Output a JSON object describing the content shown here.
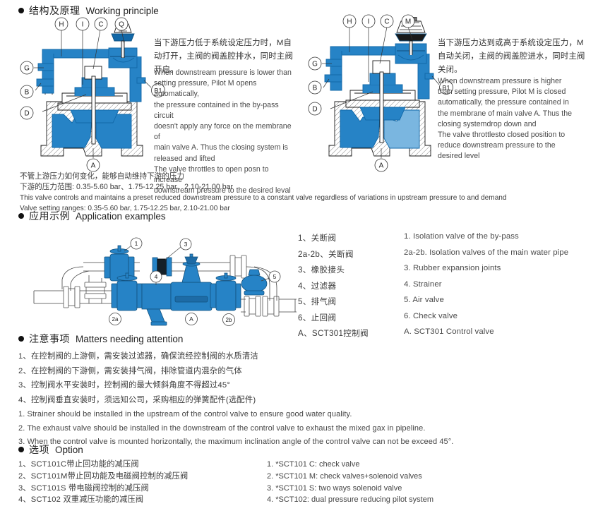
{
  "sections": {
    "working_principle": {
      "bullet": "filled-circle",
      "cn": "结构及原理",
      "en": "Working principle"
    },
    "application": {
      "bullet": "filled-circle",
      "cn": "应用示例",
      "en": "Application examples"
    },
    "attention": {
      "bullet": "filled-circle",
      "cn": "注意事项",
      "en": "Matters needing attention"
    },
    "option": {
      "bullet": "filled-circle",
      "cn": "选项",
      "en": "Option"
    }
  },
  "diagram_left": {
    "callouts": [
      "H",
      "I",
      "C",
      "Q",
      "G",
      "B",
      "D",
      "B1",
      "A"
    ],
    "desc_cn": "当下游压力低于系统设定压力时，M自动打开，主阀的阀盖腔排水，同时主阀开启。",
    "desc_en": [
      "When downstream pressure is lower than",
      "setting pressure, Pilot M opens automatically,",
      "the pressure contained in the by-pass circuit",
      "doesn't apply any force on the membrane of",
      "main valve A. Thus the closing system is",
      "released and lifted",
      "The valve throttles to open posn to increase",
      "downstream pressure to the desired leval"
    ]
  },
  "diagram_right": {
    "callouts": [
      "H",
      "I",
      "C",
      "M",
      "G",
      "B",
      "D",
      "B1",
      "A"
    ],
    "desc_cn": "当下游压力达到或高于系统设定压力，M自动关闭，主阀的阀盖腔进水，同时主阀关闭。",
    "desc_en": [
      "When downstream pressure is higher",
      "than setting pressure, Pilot M is closed",
      "automatically, the pressure contained in",
      "the membrane of main valve A. Thus the",
      "closing systemdrop down and",
      "The valve throttlesto closed position to",
      "reduce downstream pressure to the",
      "desired level"
    ]
  },
  "pressure_notes": {
    "cn_line1": "不管上游压力如何变化，能够自动维持下游的压力",
    "cn_line2": "下游的压力范围: 0.35-5.60 bar、1.75-12.25 bar、2.10-21.00 bar",
    "en_line1": "This valve controls and maintains a preset reduced downstream pressure to a constant valve regardless of variations in upstream pressure to and demand",
    "en_line2": "Valve setting ranges: 0.35-5.60 bar, 1.75-12.25 bar, 2.10-21.00 bar"
  },
  "application_diagram": {
    "callouts": [
      "1",
      "3",
      "4",
      "5",
      "2a",
      "2b",
      "A"
    ]
  },
  "application_legend": [
    {
      "cn": "1、关断阀",
      "en": "1. Isolation valve of the by-pass"
    },
    {
      "cn": "2a-2b、关断阀",
      "en": "2a-2b. Isolation valves of the main water pipe"
    },
    {
      "cn": "3、橡胶接头",
      "en": "3. Rubber expansion joints"
    },
    {
      "cn": "4、过滤器",
      "en": "4. Strainer"
    },
    {
      "cn": "5、排气阀",
      "en": "5. Air valve"
    },
    {
      "cn": "6、止回阀",
      "en": "6. Check valve"
    },
    {
      "cn": "A、SCT301控制阀",
      "en": "A. SCT301 Control valve"
    }
  ],
  "attention_cn": [
    "1、在控制阀的上游侧，需安装过滤器，确保流经控制阀的水质清洁",
    "2、在控制阀的下游侧，需安装排气阀，排除管道内混杂的气体",
    "3、控制阀水平安装时，控制阀的最大倾斜角度不得超过45°",
    "4、控制阀垂直安装时，须远知公司，采购相应的弹簧配件(选配件)"
  ],
  "attention_en": [
    "1. Strainer should be installed in the upstream of the control valve to ensure good water quality.",
    "2. The exhaust valve should be installed in the downstream of the control valve to exhaust the mixed gax in pipeline.",
    "3. When the control valve is mounted horizontally, the maximum inclination angle of the control valve can not be exceed 45°."
  ],
  "option_cn": [
    "1、SCT101C带止回功能的减压阀",
    "2、SCT101M带止回功能及电磁阀控制的减压阀",
    "3、SCT101S 带电磁阀控制的减压阀",
    "4、SCT102 双重减压功能的减压阀"
  ],
  "option_en": [
    "1. *SCT101 C: check valve",
    "2. *SCT101 M: check valves+solenoid valves",
    "3. *SCT101 S: two ways solenoid valve",
    "4. *SCT102: dual pressure reducing pilot system"
  ],
  "colors": {
    "valve_blue": "#2683c6",
    "valve_blue_dark": "#1268a8",
    "valve_blue_light": "#7ab6e0",
    "outline": "#1a1a1a",
    "text": "#3a3a3a"
  }
}
